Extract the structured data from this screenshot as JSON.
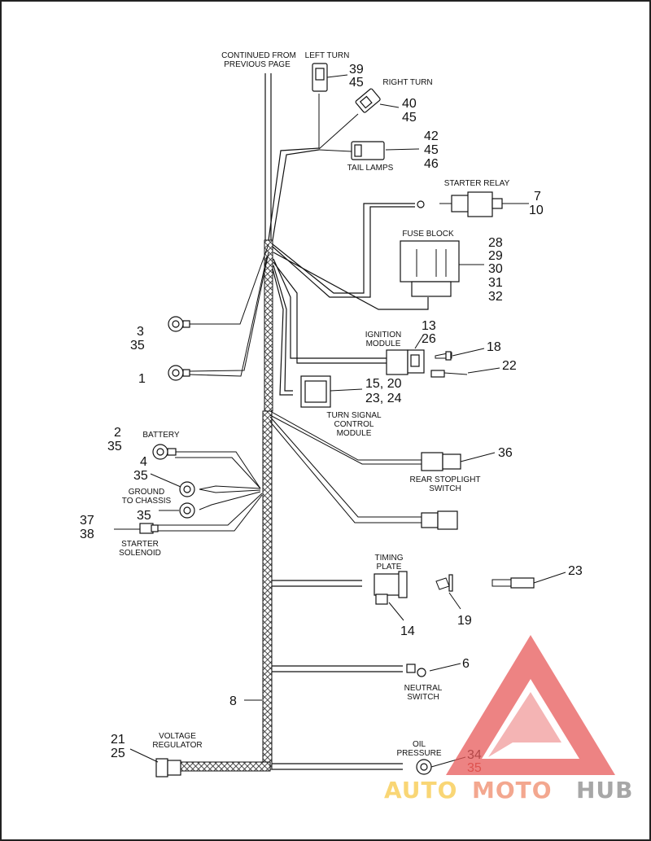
{
  "labels": {
    "continued": [
      "CONTINUED FROM",
      "PREVIOUS PAGE"
    ],
    "left_turn": "LEFT TURN",
    "right_turn": "RIGHT TURN",
    "tail_lamps": "TAIL LAMPS",
    "starter_relay": "STARTER RELAY",
    "fuse_block": "FUSE BLOCK",
    "ignition_module": [
      "IGNITION",
      "MODULE"
    ],
    "turn_signal_module": [
      "TURN SIGNAL",
      "CONTROL",
      "MODULE"
    ],
    "battery": "BATTERY",
    "ground": [
      "GROUND",
      "TO CHASSIS"
    ],
    "starter_solenoid": [
      "STARTER",
      "SOLENOID"
    ],
    "rear_stoplight": [
      "REAR STOPLIGHT",
      "SWITCH"
    ],
    "timing_plate": [
      "TIMING",
      "PLATE"
    ],
    "neutral_switch": [
      "NEUTRAL",
      "SWITCH"
    ],
    "voltage_regulator": [
      "VOLTAGE",
      "REGULATOR"
    ],
    "oil_pressure": [
      "OIL",
      "PRESSURE"
    ]
  },
  "callouts": {
    "c39": "39",
    "c45a": "45",
    "c40": "40",
    "c45b": "45",
    "c42": "42",
    "c45c": "45",
    "c46": "46",
    "c7": "7",
    "c10": "10",
    "c28": "28",
    "c29": "29",
    "c30": "30",
    "c31": "31",
    "c32": "32",
    "c3": "3",
    "c35a": "35",
    "c1": "1",
    "c13": "13",
    "c26": "26",
    "c18": "18",
    "c22": "22",
    "c15_20": "15, 20",
    "c23_24": "23, 24",
    "c2": "2",
    "c35b": "35",
    "c4": "4",
    "c35c": "35",
    "c35d": "35",
    "c37": "37",
    "c38": "38",
    "c36": "36",
    "c23": "23",
    "c19": "19",
    "c14": "14",
    "c6": "6",
    "c8": "8",
    "c21": "21",
    "c25": "25",
    "c34": "34",
    "c35e": "35"
  },
  "watermark": {
    "part1": "AUTO",
    "part2": "MOTO",
    "part3": "HUB",
    "colors": {
      "auto": "#f7c948",
      "moto": "#f08a6a",
      "hub": "#8a8a8a",
      "triangle": "#e85a5a"
    }
  }
}
